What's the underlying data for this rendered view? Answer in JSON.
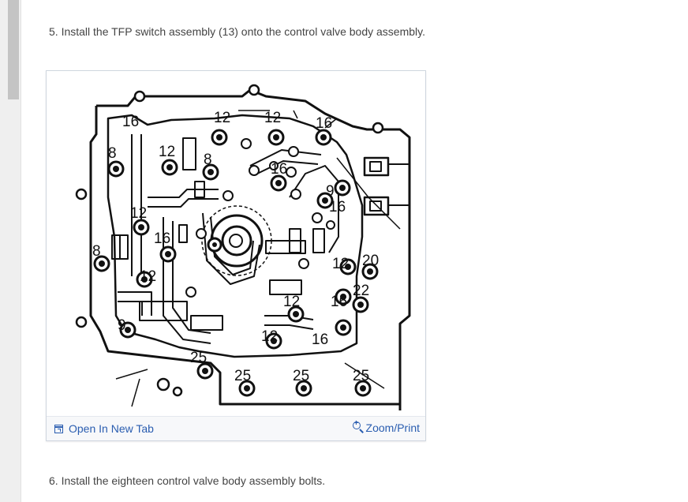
{
  "steps": {
    "step5": "5. Install the TFP switch assembly (13) onto the control valve body assembly.",
    "step6": "6. Install the eighteen control valve body assembly bolts."
  },
  "figure": {
    "open_tab_label": "Open In New Tab",
    "zoom_label": "Zoom/Print",
    "icons": [
      "open-in-new-tab-icon",
      "zoom-icon"
    ],
    "link_color": "#2a5db0",
    "callouts": {
      "c1": "16",
      "c2": "12",
      "c3": "12",
      "c4": "16",
      "c5": "8",
      "c6": "12",
      "c7": "8",
      "c8": "16",
      "c9": "12",
      "c10": "9",
      "c11": "16",
      "c12": "16",
      "c13": "8",
      "c14": "12",
      "c15": "12",
      "c16": "20",
      "c17": "12",
      "c18": "16",
      "c19": "22",
      "c20": "9",
      "c21": "12",
      "c22": "16",
      "c23": "25",
      "c24": "25",
      "c25": "25",
      "c26": "25"
    }
  }
}
